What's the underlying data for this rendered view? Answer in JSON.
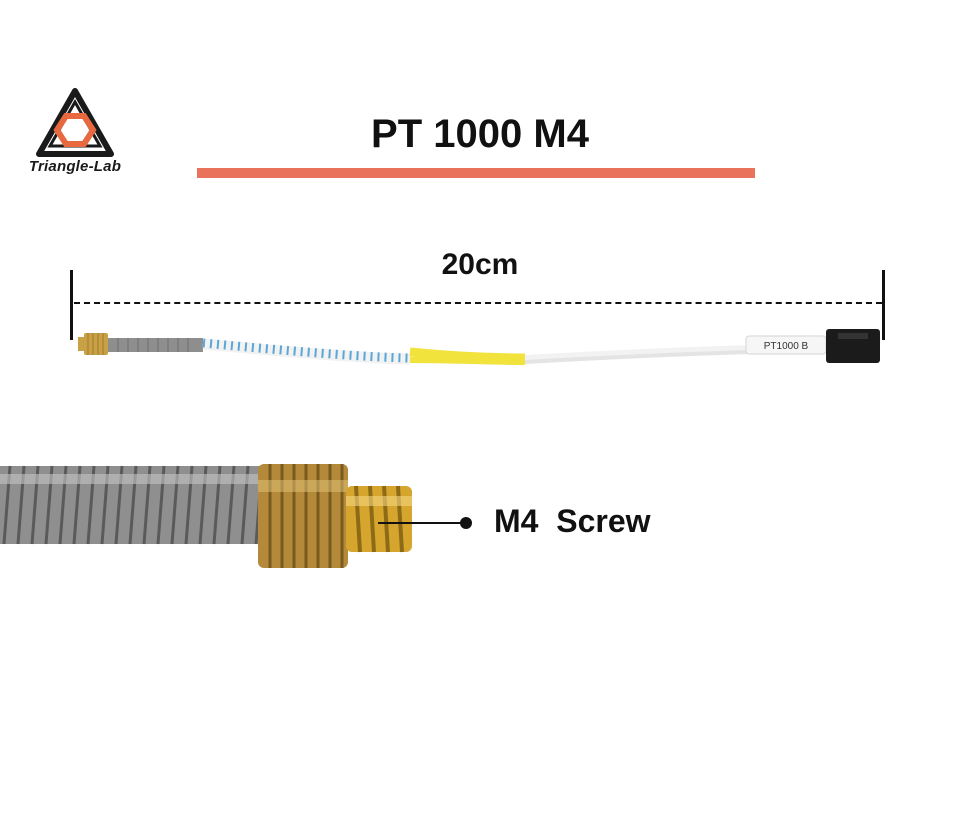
{
  "brand": {
    "name": "Triangle-Lab",
    "logo_colors": {
      "outline": "#1a1a1a",
      "hexagon": "#e8693f"
    }
  },
  "title": {
    "text": "PT 1000 M4",
    "underline_color": "#e8735a"
  },
  "dimension": {
    "label": "20cm"
  },
  "cable": {
    "connector_label": "PT1000 B",
    "colors": {
      "brass": "#c9a046",
      "sheath": "#8e8e8e",
      "braid": "#5aa6d6",
      "sleeve": "#f2e23c",
      "wire": "#f2f2f2",
      "connector": "#1b1b1b"
    }
  },
  "callout": {
    "text": "M4  Screw"
  }
}
